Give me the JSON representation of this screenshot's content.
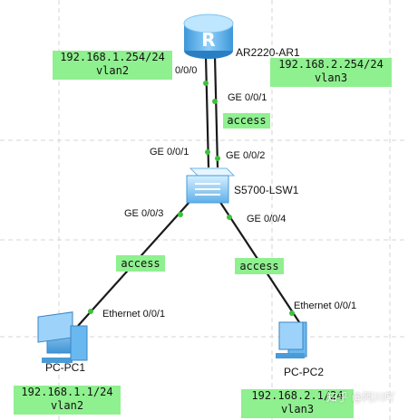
{
  "router": {
    "name": "AR2220-AR1"
  },
  "switch": {
    "name": "S5700-LSW1"
  },
  "pc1": {
    "name": "PC-PC1",
    "port": "Ethernet 0/0/1"
  },
  "pc2": {
    "name": "PC-PC2",
    "port": "Ethernet 0/0/1"
  },
  "ports": {
    "ar_ge000": "GE 0/0/0",
    "ar_ge001": "GE 0/0/1",
    "sw_ge001": "GE 0/0/1",
    "sw_ge002": "GE 0/0/2",
    "sw_ge003": "GE 0/0/3",
    "sw_ge004": "GE 0/0/4"
  },
  "boxes": {
    "vlan2_gw": {
      "ip": "192.168.1.254/24",
      "vlan": "vlan2"
    },
    "vlan3_gw": {
      "ip": "192.168.2.254/24",
      "vlan": "vlan3"
    },
    "pc1_ip": {
      "ip": "192.168.1.1/24",
      "vlan": "vlan2"
    },
    "pc2_ip": {
      "ip": "192.168.2.1/24",
      "vlan": "vlan3"
    },
    "access_uplink": "access",
    "access_pc1": "access",
    "access_pc2": "access"
  },
  "watermark": "知乎 @阿川吖",
  "colors": {
    "label_bg": "#8ff08f",
    "port_dot": "#3cc23c",
    "link": "#1a1a1a",
    "grid": "#d6d6d6"
  }
}
